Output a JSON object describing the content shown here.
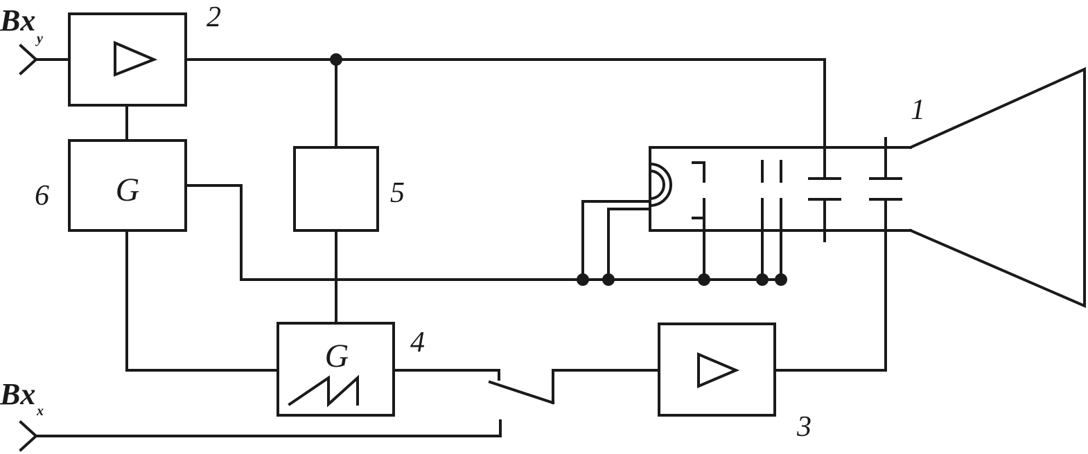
{
  "labels": {
    "crt": "1",
    "amp_y": "2",
    "amp_x": "3",
    "sweep_gen": "4",
    "block5": "5",
    "gen6": "6"
  },
  "generator_symbol": "G",
  "inputs": {
    "y": {
      "main": "Bx",
      "sub": "y"
    },
    "x": {
      "main": "Bx",
      "sub": "x"
    }
  },
  "colors": {
    "line": "#1a1a1a",
    "background": "#ffffff"
  },
  "icons": [
    "amplifier-triangle-icon",
    "sawtooth-wave-icon",
    "electron-gun-icon",
    "switch-icon"
  ]
}
